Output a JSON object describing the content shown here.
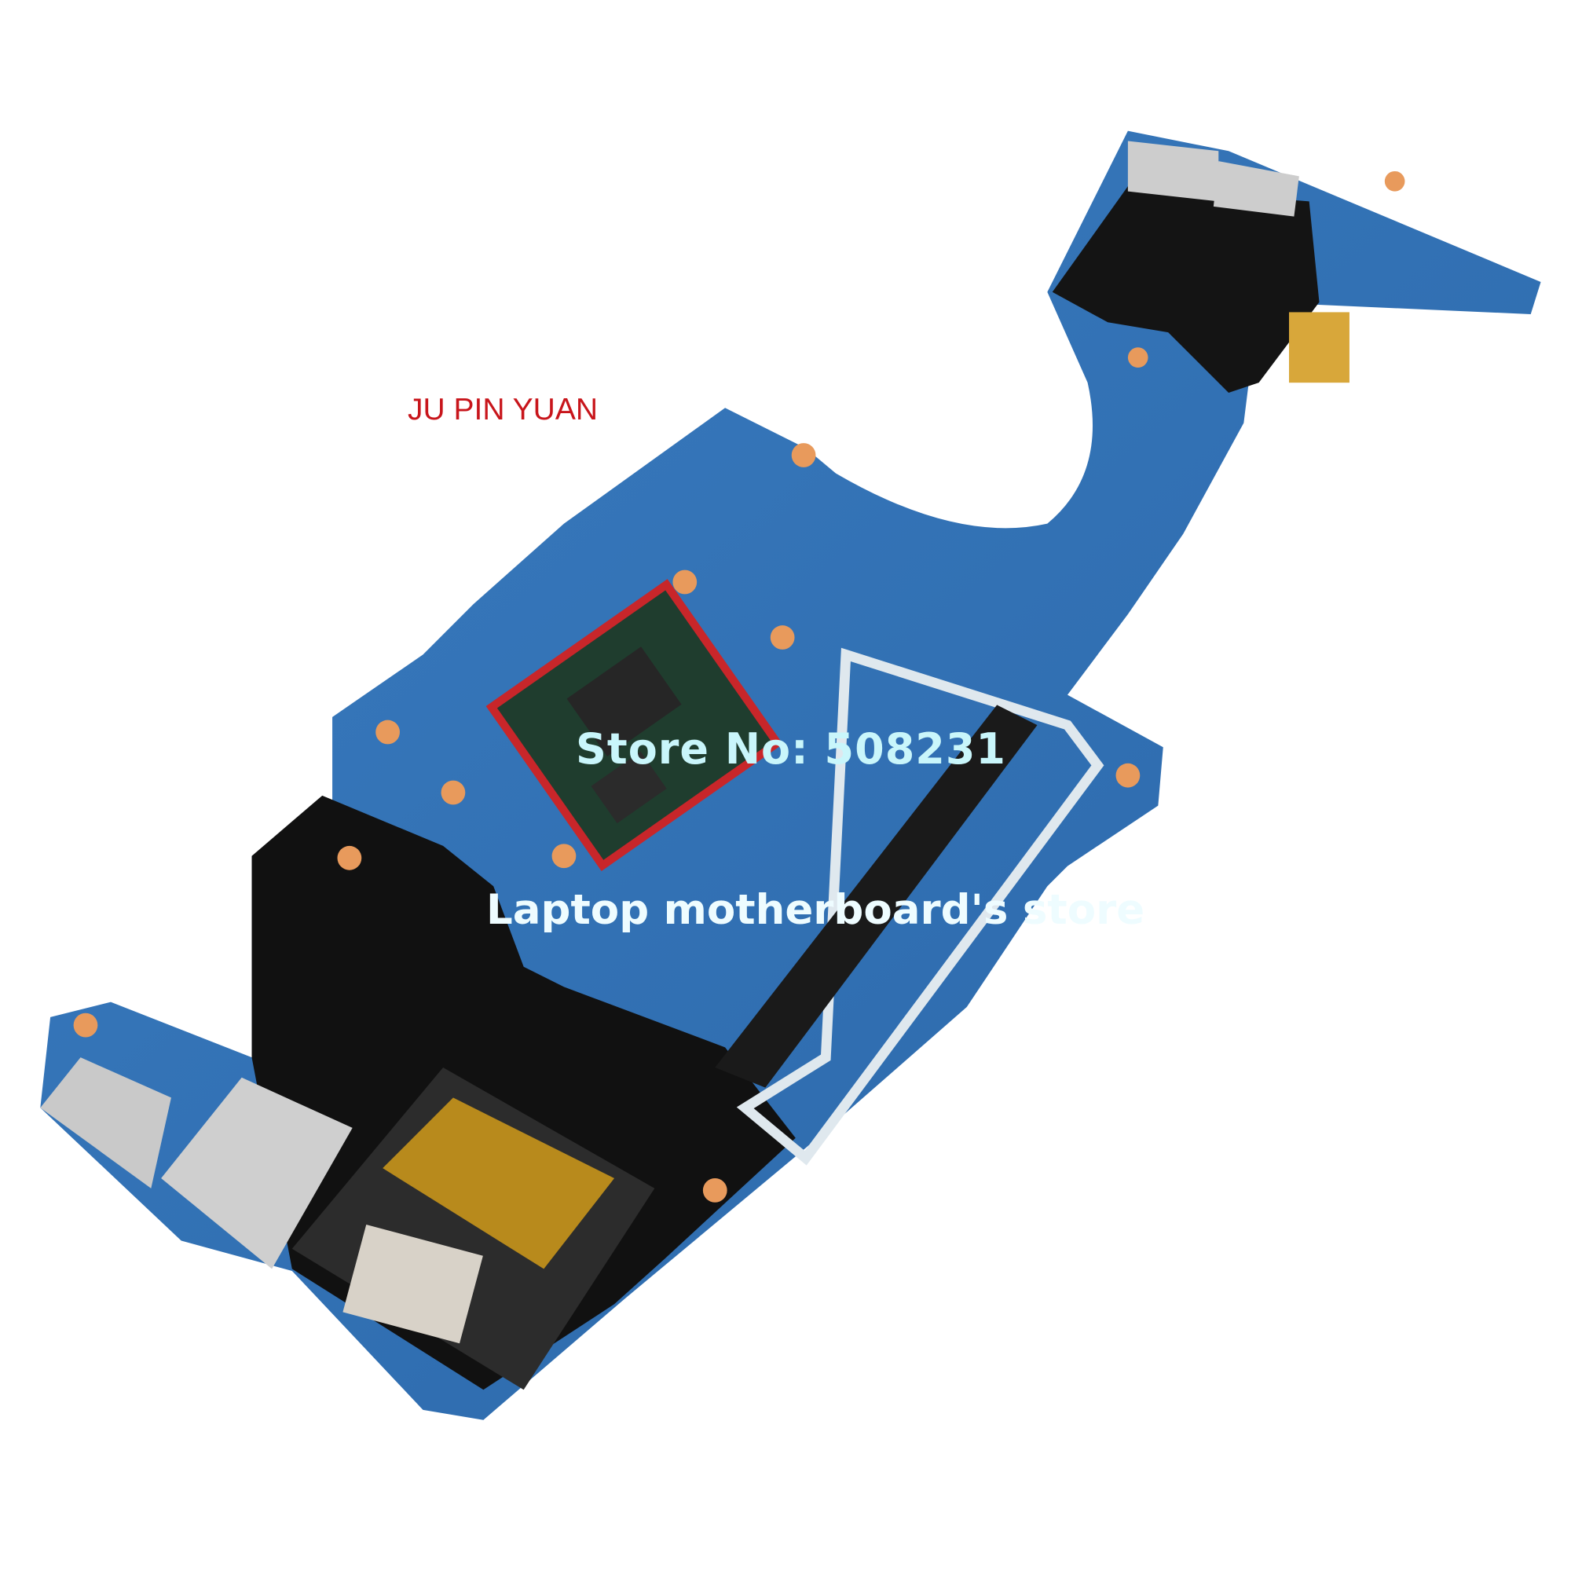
{
  "watermarks": {
    "brand": "JU PIN YUAN",
    "store_number": "Store No:  508231",
    "store_name": "Laptop motherboard's store"
  },
  "colors": {
    "background": "#ffffff",
    "pcb": "#2f6fb0",
    "brand_text": "#c8151b",
    "store_text": "#c9f6fb"
  }
}
